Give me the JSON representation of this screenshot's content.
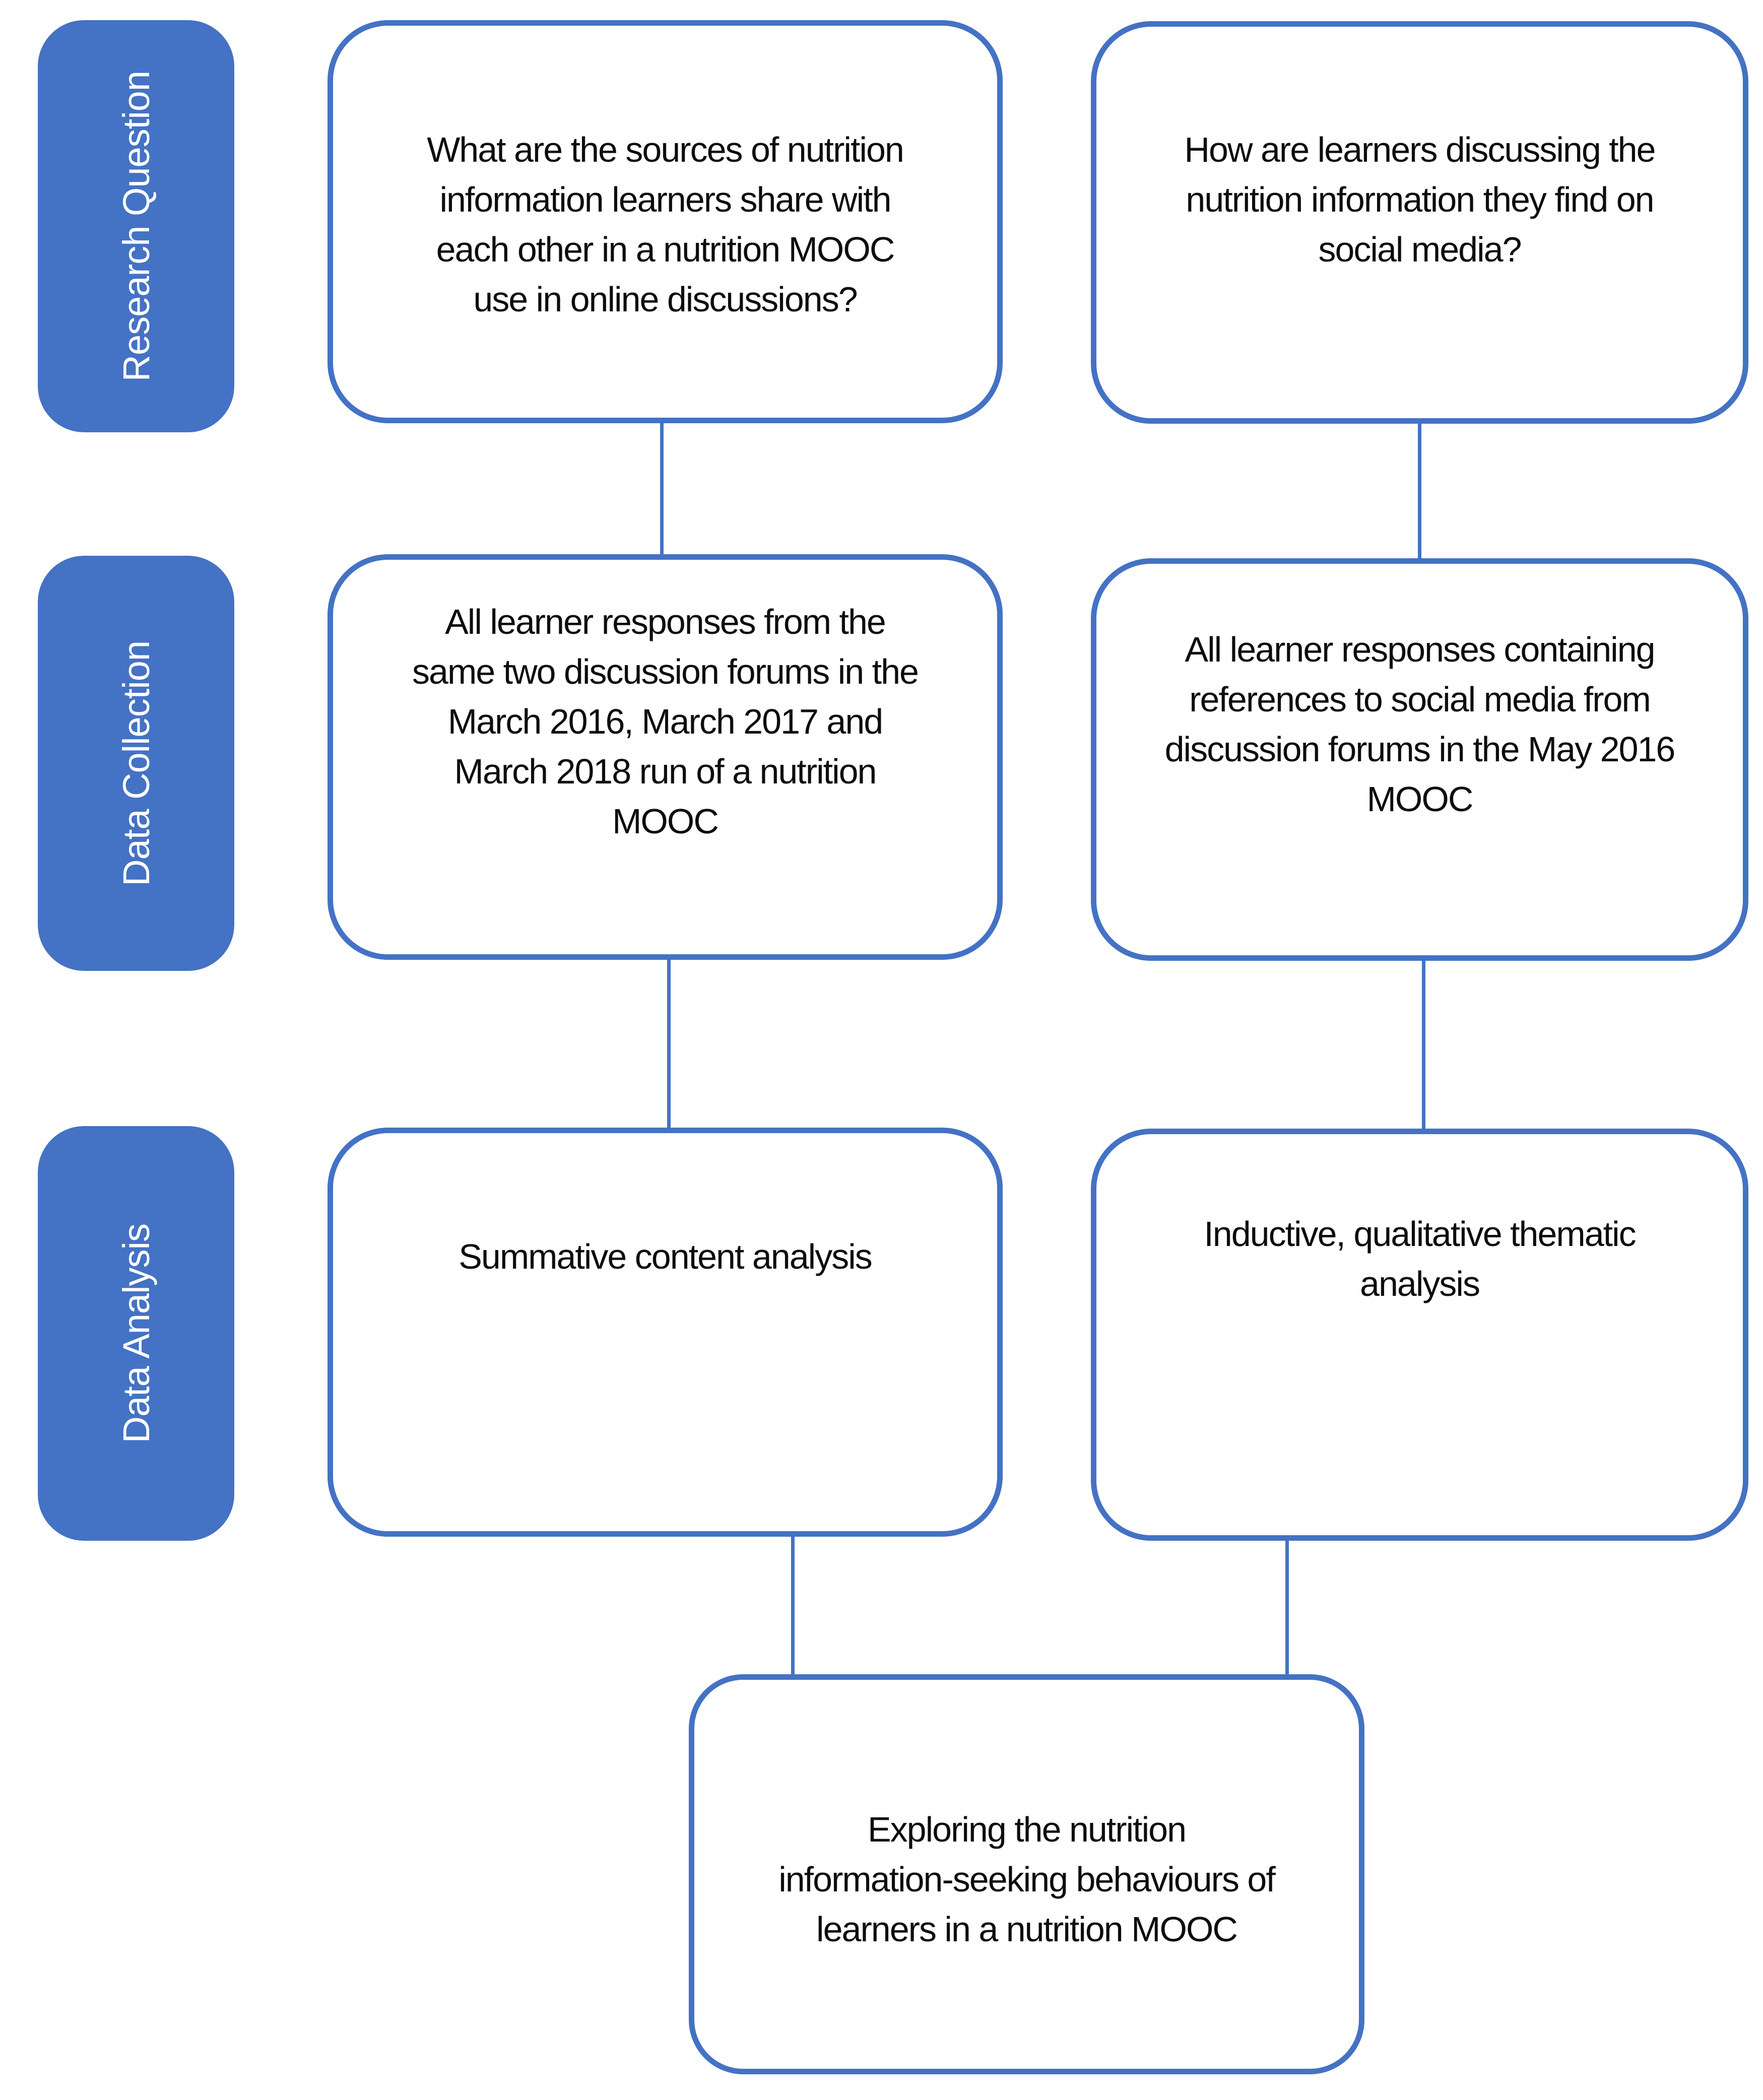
{
  "colors": {
    "accent": "#4472C4",
    "box_fill": "#FFFFFF",
    "box_border": "#4472C4",
    "text": "#000000",
    "stage_text": "#FFFFFF",
    "background": "#FFFFFF"
  },
  "stages": [
    {
      "label": "Research Question"
    },
    {
      "label": "Data Collection"
    },
    {
      "label": "Data Analysis"
    }
  ],
  "research_question": {
    "left": "What are the sources of nutrition\ninformation learners share with\neach other in a nutrition MOOC\nuse in online discussions?",
    "right": "How are learners discussing the\nnutrition information they find on\nsocial media?"
  },
  "data_collection": {
    "left": "All learner responses from the\nsame two discussion forums in the\nMarch 2016, March 2017 and\nMarch 2018 run of a nutrition\nMOOC",
    "right": "All learner responses containing\nreferences to social media from\ndiscussion forums in the May 2016\nMOOC"
  },
  "data_analysis": {
    "left": "Summative content analysis",
    "right": "Inductive, qualitative thematic\nanalysis"
  },
  "outcome": {
    "text": "Exploring the nutrition\ninformation-seeking behaviours of\nlearners in a nutrition MOOC"
  }
}
